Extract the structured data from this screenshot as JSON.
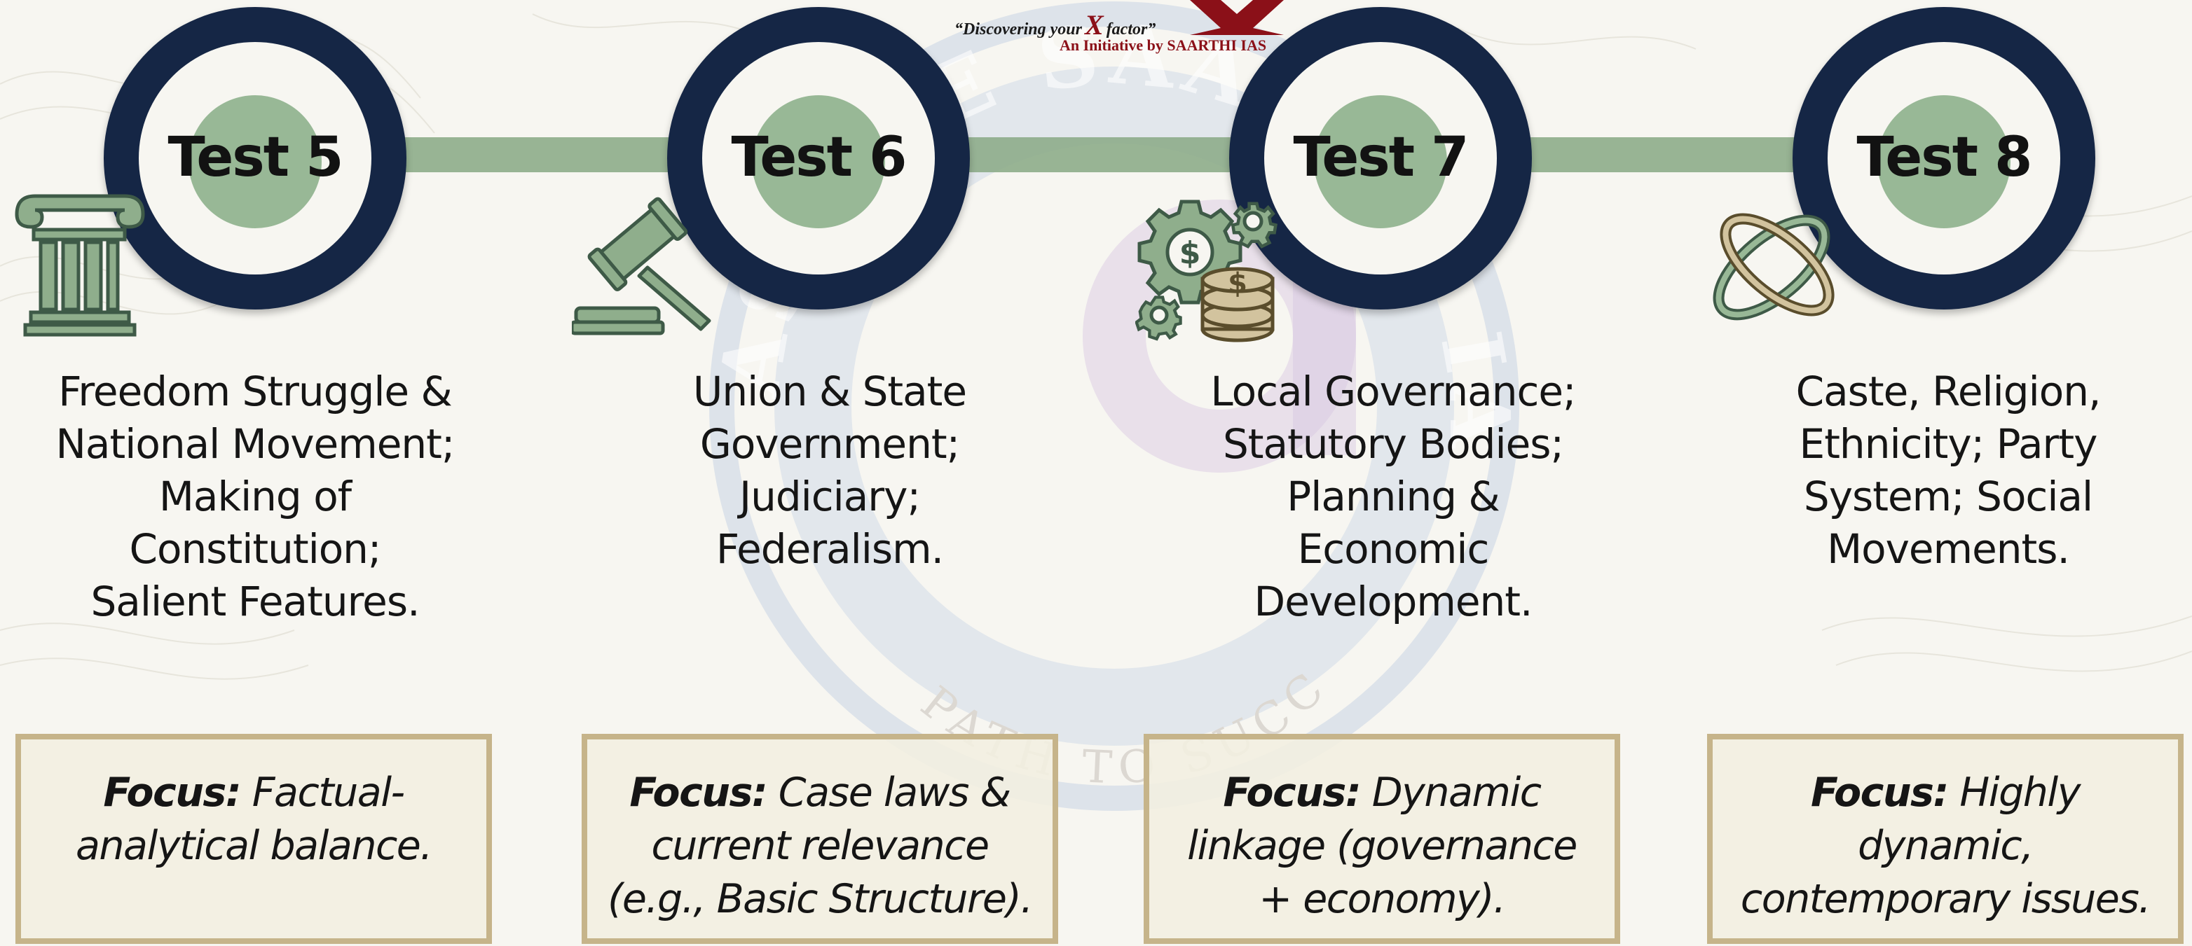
{
  "header": {
    "tagline_before": "“Discovering your",
    "tagline_mark": "X",
    "tagline_after": "factor”",
    "initiative": "An Initiative by SAARTHI IAS"
  },
  "watermark": {
    "arc_text": "ASPIRE SAARTHI IAS",
    "motto": "PATH TO SUCCESS"
  },
  "colors": {
    "ring": "#152645",
    "timeline": "#8fae8c",
    "focus_border": "#c6b48a",
    "accent_red": "#8b1018"
  },
  "tests": [
    {
      "label": "Test 5",
      "icon": "pillar-icon",
      "topic_lines": [
        "Freedom Struggle &",
        "National Movement;",
        "Making of",
        "Constitution;",
        "Salient Features."
      ],
      "focus_prefix": "Focus:",
      "focus_lines": [
        " Factual-",
        "analytical balance."
      ]
    },
    {
      "label": "Test 6",
      "icon": "gavel-icon",
      "topic_lines": [
        "Union & State",
        "Government;",
        "Judiciary;",
        "Federalism."
      ],
      "focus_prefix": "Focus:",
      "focus_lines": [
        " Case laws &",
        "current relevance",
        "(e.g., Basic Structure)."
      ]
    },
    {
      "label": "Test 7",
      "icon": "gear-coins-icon",
      "topic_lines": [
        "Local Governance;",
        "Statutory Bodies;",
        "Planning &",
        "Economic",
        "Development."
      ],
      "focus_prefix": "Focus:",
      "focus_lines": [
        " Dynamic",
        "linkage (governance",
        "+ economy)."
      ]
    },
    {
      "label": "Test 8",
      "icon": "interlocked-rings-icon",
      "topic_lines": [
        "Caste, Religion,",
        "Ethnicity; Party",
        "System; Social",
        "Movements."
      ],
      "focus_prefix": "Focus:",
      "focus_lines": [
        " Highly",
        "dynamic,",
        "contemporary issues."
      ]
    }
  ]
}
